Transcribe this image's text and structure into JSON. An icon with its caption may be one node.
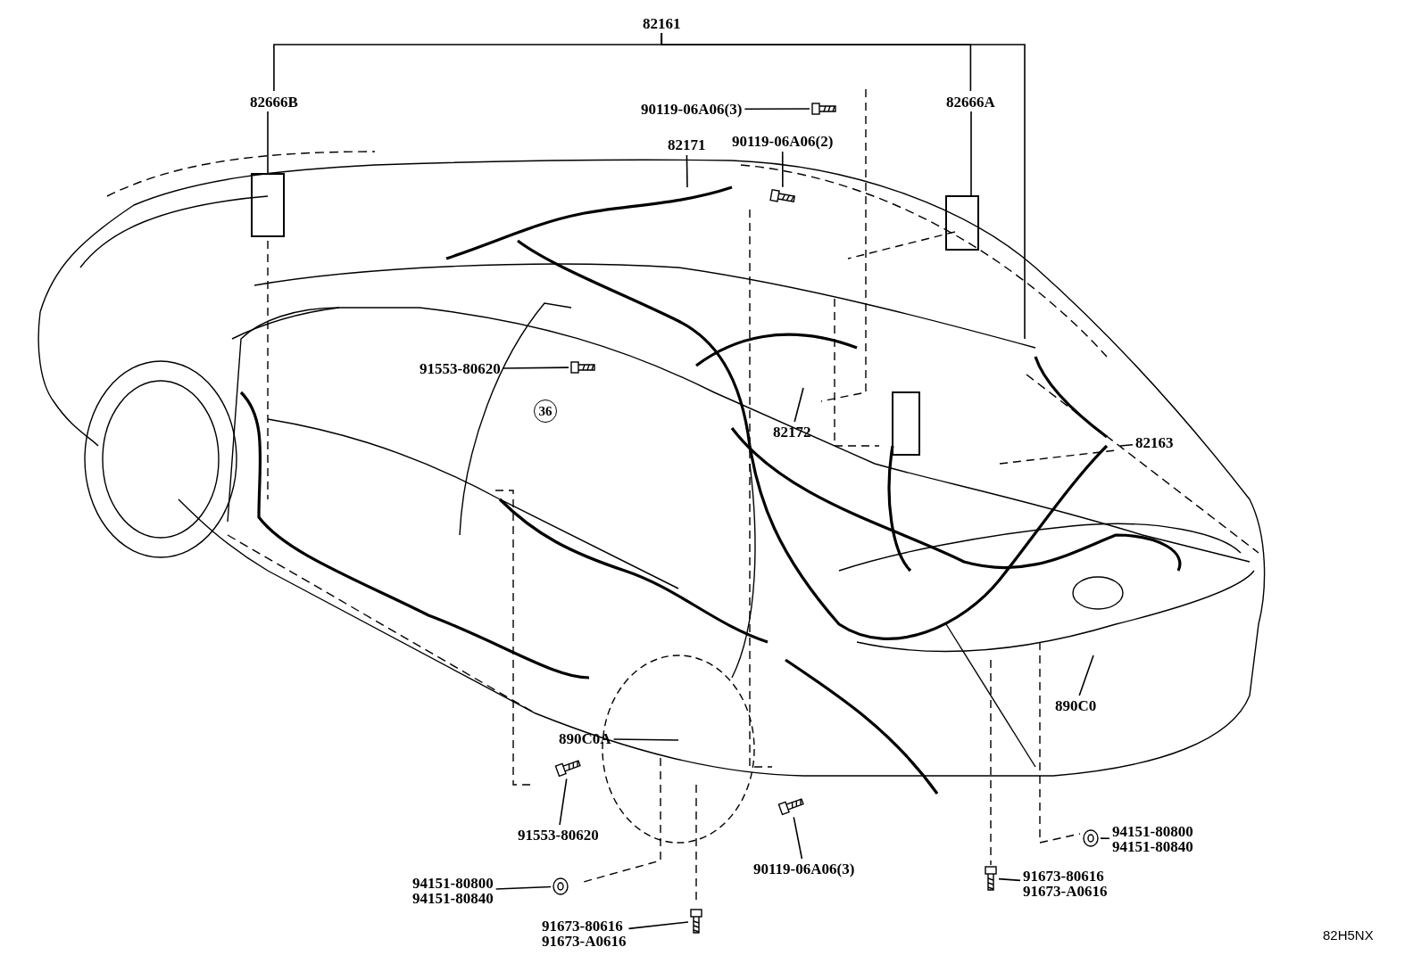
{
  "diagram": {
    "nodes": [
      {
        "text": [
          "82161"
        ]
      },
      {
        "text": [
          "82666B"
        ]
      },
      {
        "text": [
          "82666A"
        ]
      },
      {
        "text": [
          "90119-06A06(3)"
        ]
      },
      {
        "text": [
          "82171"
        ]
      },
      {
        "text": [
          "90119-06A06(2)"
        ]
      },
      {
        "text": [
          "91553-80620"
        ]
      },
      {
        "text": [
          "36"
        ]
      },
      {
        "text": [
          "82172"
        ]
      },
      {
        "text": [
          "82163"
        ]
      },
      {
        "text": [
          "890C0A"
        ]
      },
      {
        "text": [
          "890C0"
        ]
      },
      {
        "text": [
          "91553-80620"
        ]
      },
      {
        "text": [
          "90119-06A06(3)"
        ]
      },
      {
        "text": [
          "94151-80800",
          "94151-80840"
        ]
      },
      {
        "text": [
          "91673-80616",
          "91673-A0616"
        ]
      },
      {
        "text": [
          "94151-80800",
          "94151-80840"
        ]
      },
      {
        "text": [
          "91673-80616",
          "91673-A0616"
        ]
      },
      {
        "text": [],
        "shape": "bolt"
      },
      {
        "text": [],
        "shape": "bolt"
      },
      {
        "text": [],
        "shape": "bolt"
      },
      {
        "text": [],
        "shape": "bolt"
      },
      {
        "text": [],
        "shape": "bolt"
      },
      {
        "text": [],
        "shape": "clip"
      },
      {
        "text": [],
        "shape": "bolt"
      },
      {
        "text": [],
        "shape": "clip"
      },
      {
        "text": [],
        "shape": "bolt"
      }
    ],
    "edges": [
      {
        "from": 0,
        "to": 1,
        "arrow": "none"
      },
      {
        "from": 0,
        "to": 2,
        "arrow": "none"
      },
      {
        "from": 0,
        "to": null,
        "arrow": "none"
      },
      {
        "from": 1,
        "to": null,
        "arrow": "none"
      },
      {
        "from": 2,
        "to": null,
        "arrow": "none"
      },
      {
        "from": 3,
        "to": 18,
        "arrow": "none"
      },
      {
        "from": 4,
        "to": null,
        "arrow": "none"
      },
      {
        "from": 5,
        "to": 19,
        "arrow": "none"
      },
      {
        "from": 6,
        "to": 20,
        "arrow": "none"
      },
      {
        "from": 8,
        "to": null,
        "arrow": "none"
      },
      {
        "from": 9,
        "to": null,
        "arrow": "none"
      },
      {
        "from": 10,
        "to": null,
        "arrow": "none"
      },
      {
        "from": 11,
        "to": null,
        "arrow": "none"
      },
      {
        "from": 12,
        "to": 21,
        "arrow": "none"
      },
      {
        "from": 13,
        "to": 22,
        "arrow": "none"
      },
      {
        "from": 14,
        "to": 23,
        "arrow": "none"
      },
      {
        "from": 15,
        "to": 24,
        "arrow": "none"
      },
      {
        "from": 16,
        "to": 25,
        "arrow": "none"
      },
      {
        "from": 17,
        "to": 26,
        "arrow": "none"
      }
    ],
    "labels": [
      "82H5NX"
    ]
  }
}
